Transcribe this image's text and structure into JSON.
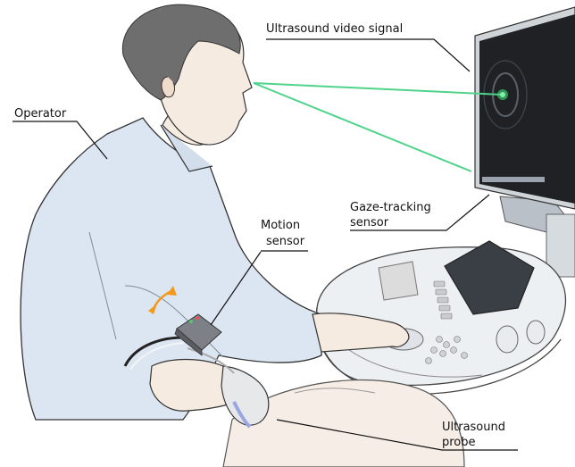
{
  "labels": {
    "video_signal": "Ultrasound video signal",
    "operator": "Operator",
    "gaze_sensor": [
      "Gaze-tracking",
      "sensor"
    ],
    "motion_sensor": [
      "Motion",
      "sensor"
    ],
    "probe": [
      "Ultrasound",
      "probe"
    ]
  },
  "colors": {
    "gaze_line": "#4fd38a",
    "gaze_point": "#3fe07a",
    "shirt": "#dce6f2",
    "skin": "#f6ebe0",
    "hair": "#6e6e6e",
    "screen": "#1f2124",
    "console": "#edf0f3",
    "motion_arrow": "#f39a1e"
  },
  "icons": {
    "motion_arrow": "curved-double-arrow-icon",
    "gaze_point": "gaze-target-icon"
  }
}
